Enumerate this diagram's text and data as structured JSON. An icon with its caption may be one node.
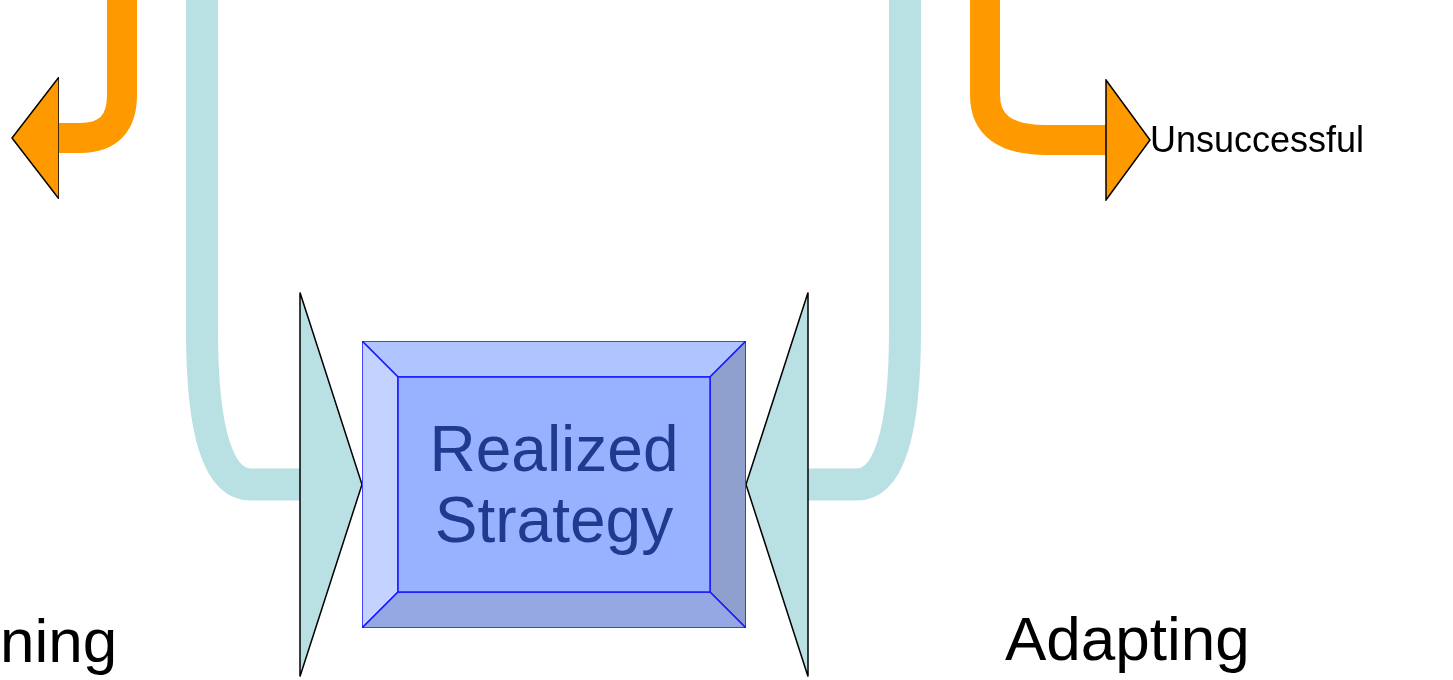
{
  "diagram": {
    "nodes": [
      {
        "text": [
          "Realized Strategy"
        ]
      },
      {
        "text": [
          "Unsuccessful"
        ]
      }
    ],
    "edges": [
      {
        "from": null,
        "to": 0,
        "arrow": "to"
      },
      {
        "from": null,
        "to": 0,
        "arrow": "to"
      },
      {
        "from": null,
        "to": 1,
        "arrow": "to",
        "color": "#ff9900"
      }
    ],
    "labels": [
      "ning",
      "Adapting"
    ]
  }
}
